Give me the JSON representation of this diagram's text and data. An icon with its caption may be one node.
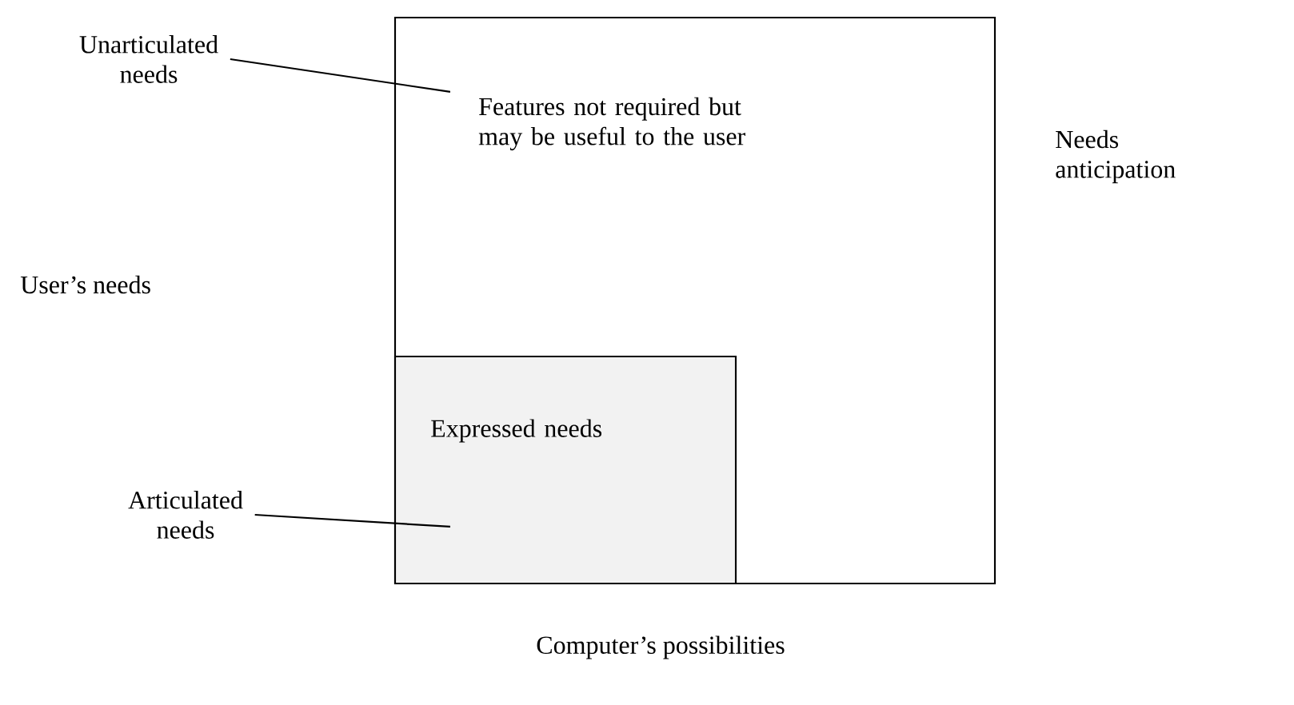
{
  "diagram": {
    "nodes": [
      {
        "text": [
          "Features not required but may be useful to the user"
        ]
      },
      {
        "text": [
          "Expressed needs"
        ],
        "in": 0
      },
      {
        "text": [
          "Unarticulated needs"
        ]
      },
      {
        "text": [
          "Articulated needs"
        ]
      }
    ],
    "edges": [
      {
        "from": 2,
        "to": 0,
        "arrow": "none"
      },
      {
        "from": 3,
        "to": 1,
        "arrow": "none"
      }
    ],
    "labels": [
      "User’s needs",
      "Needs anticipation",
      "Computer’s possibilities"
    ]
  }
}
